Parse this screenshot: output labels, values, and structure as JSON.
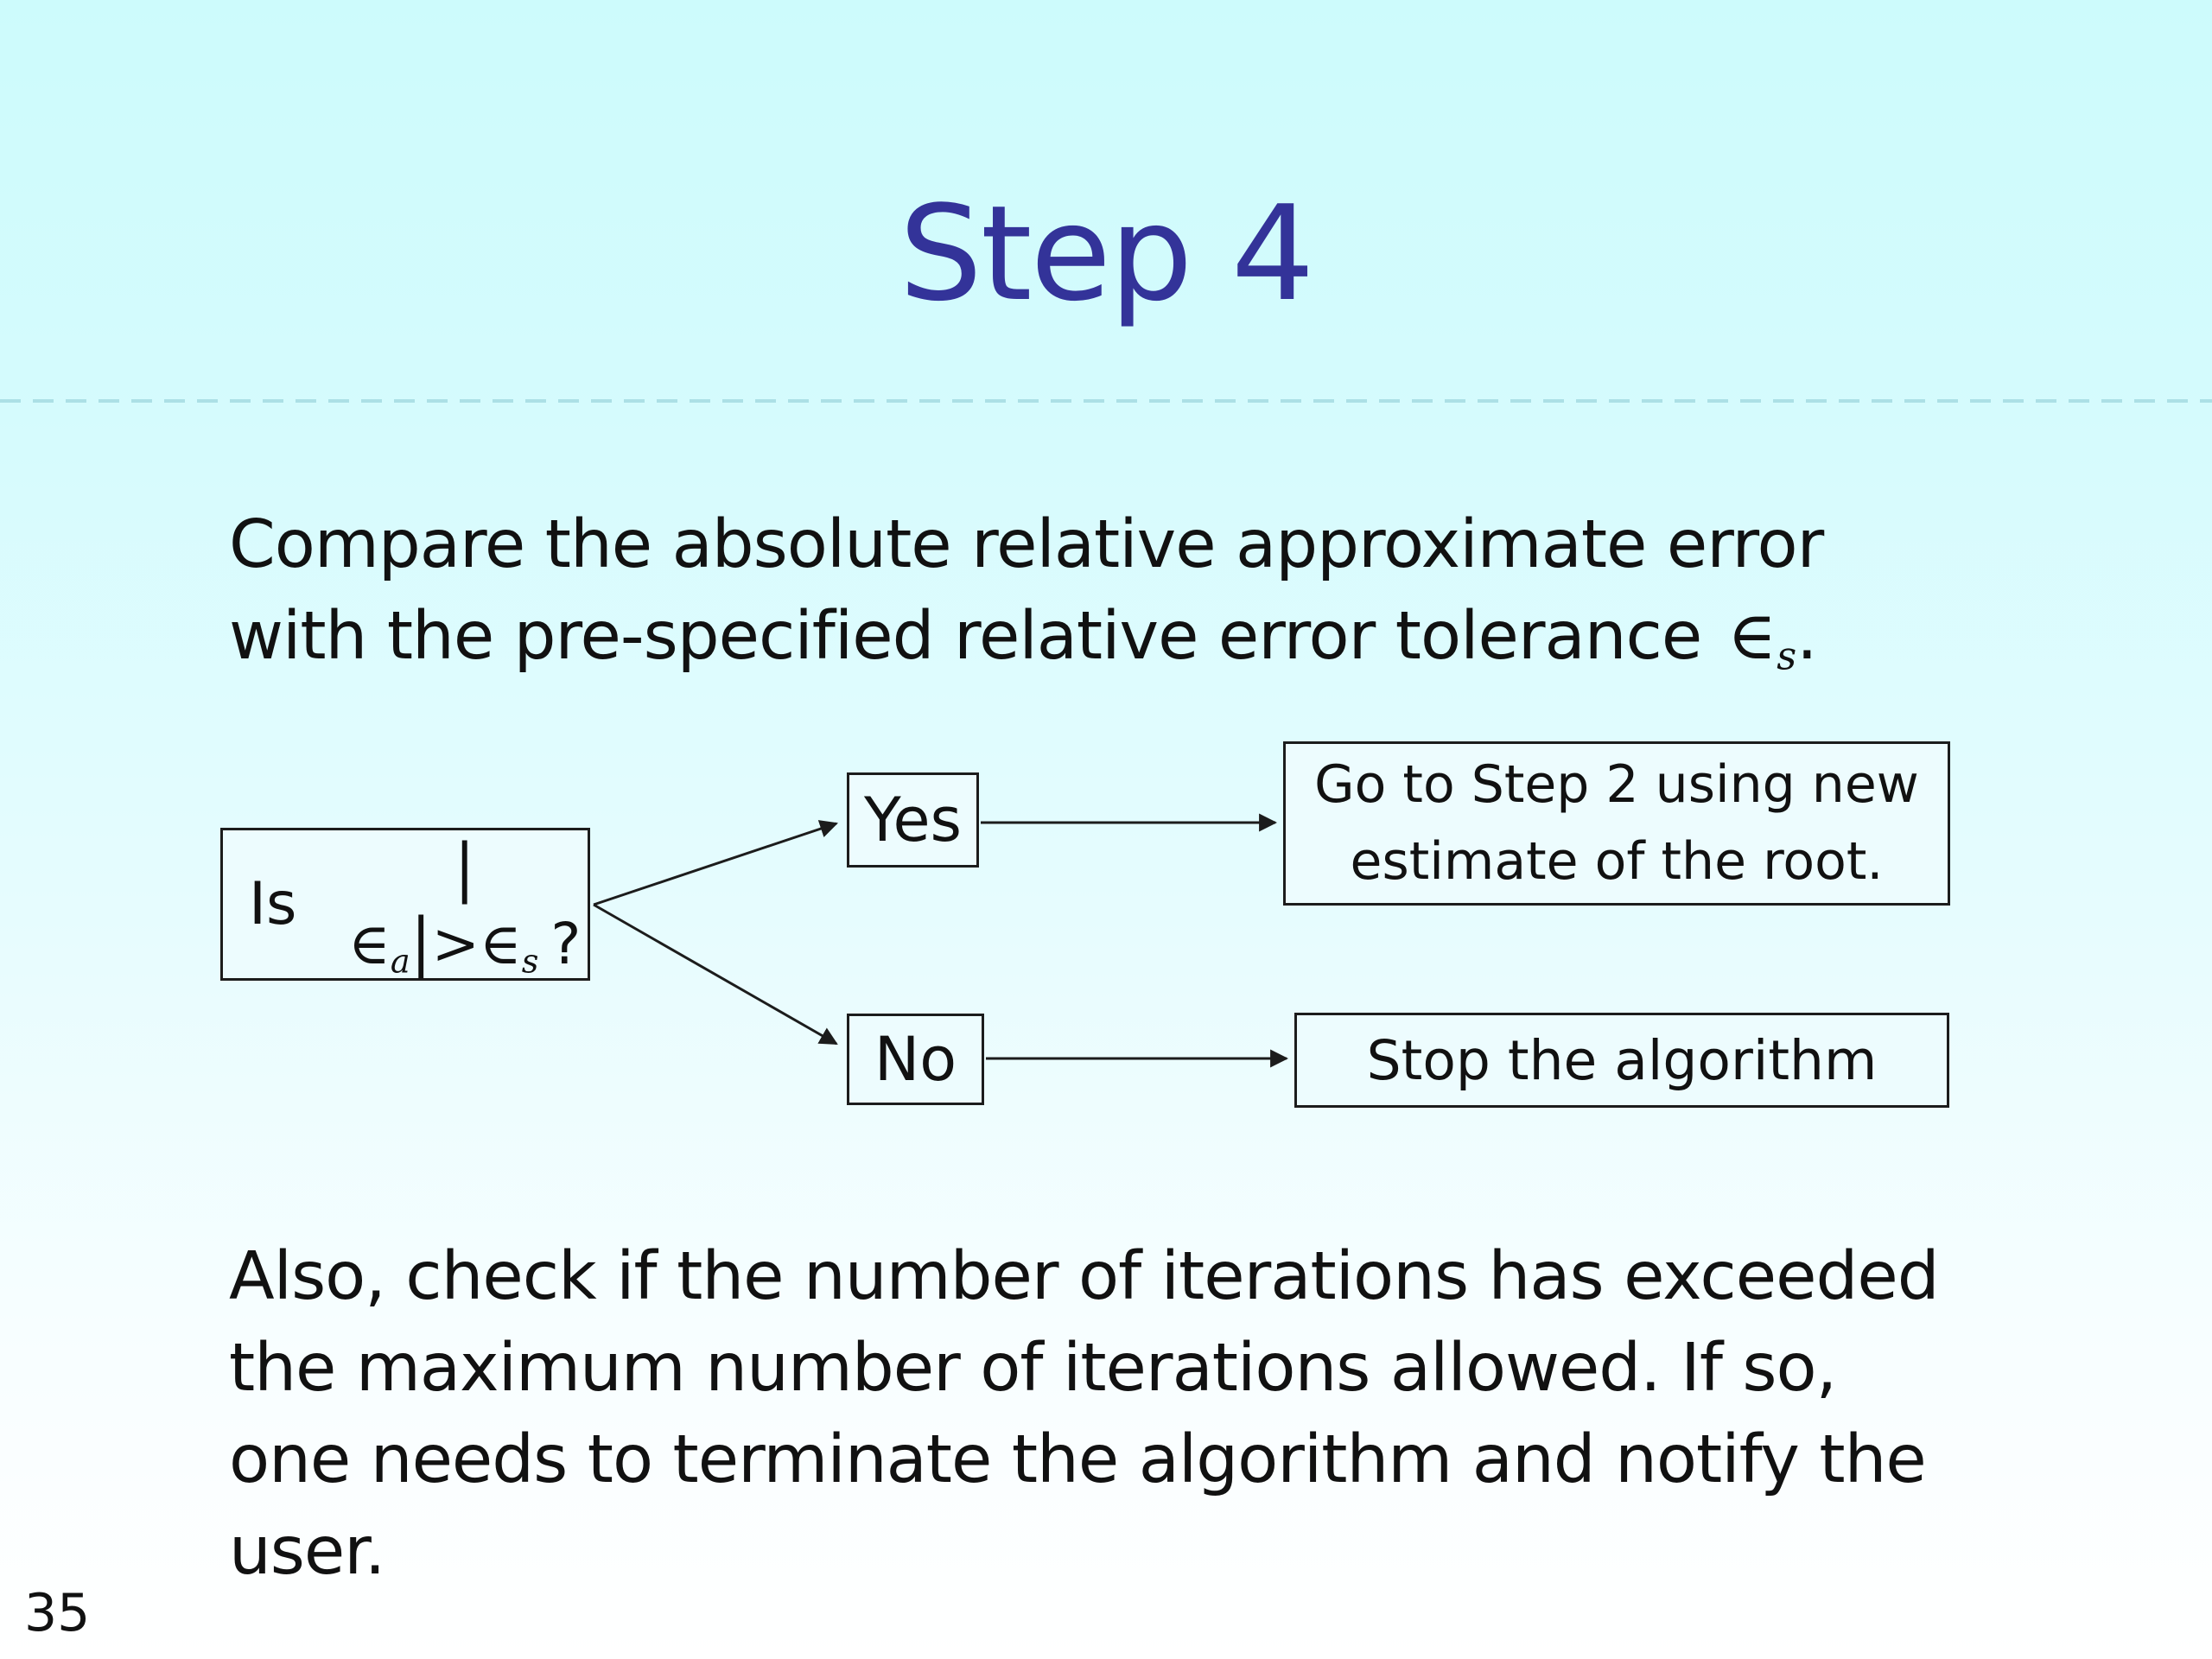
{
  "slide": {
    "title": "Step 4",
    "page_number": "35",
    "colors": {
      "title_accent": "#333399",
      "body_text": "#111111",
      "background_top": "#cdfbfc",
      "background_bottom": "#ffffff",
      "box_border": "#1c1c1c",
      "box_fill": "#edfcfe",
      "arrow": "#1c1c1c"
    }
  },
  "intro": {
    "line1": "Compare the absolute relative approximate error",
    "line2_text": "with the pre-specified relative error tolerance",
    "symbol": {
      "base": "∈",
      "sub": "s"
    },
    "line2_period": "."
  },
  "flowchart": {
    "decision": {
      "word": "Is",
      "abs_open": "|",
      "eps_a": "∈",
      "sub_a": "a",
      "abs_close": "|",
      "gt": ">",
      "eps_s": "∈",
      "sub_s": "s",
      "question": "?"
    },
    "yes_label": "Yes",
    "no_label": "No",
    "go_line1": "Go to Step 2 using new",
    "go_line2": "estimate of the root.",
    "stop_label": "Stop the algorithm"
  },
  "outro": {
    "lines": [
      "Also, check if the number of iterations has exceeded",
      "the maximum number of iterations allowed. If so,",
      "one needs to terminate the algorithm and notify the",
      "user."
    ]
  }
}
